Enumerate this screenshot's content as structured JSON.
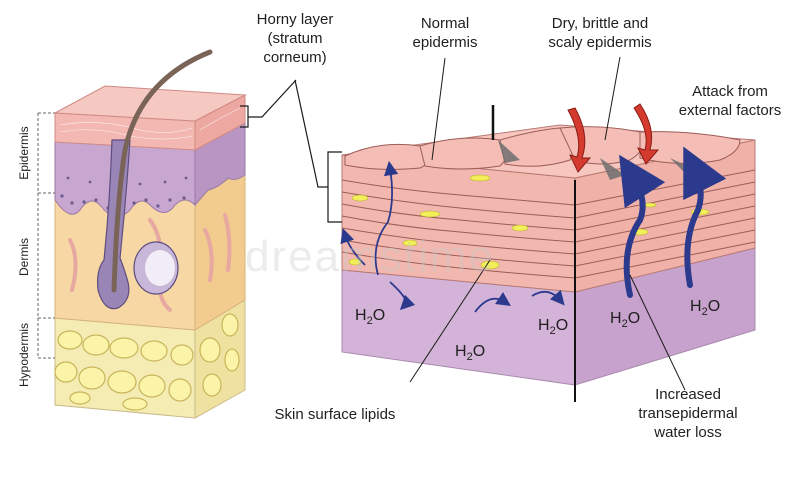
{
  "labels": {
    "horny_layer": "Horny layer\n(stratum\ncorneum)",
    "normal_epidermis": "Normal\nepidermis",
    "dry_epidermis": "Dry, brittle and\nscaly epidermis",
    "attack": "Attack from\nexternal factors",
    "skin_lipids": "Skin surface lipids",
    "water_loss": "Increased\ntransepidermal\nwater loss"
  },
  "side_labels": {
    "epidermis": "Epidermis",
    "dermis": "Dermis",
    "hypodermis": "Hypodermis"
  },
  "water": {
    "symbol": "H",
    "subscript": "2",
    "suffix": "O"
  },
  "watermark": "dreamstime",
  "colors": {
    "horny": "#f3b8b2",
    "epidermis_purple": "#c7a6cf",
    "dermis": "#f7d7a3",
    "hypodermis": "#f5ecb4",
    "fat_cells": "#fbf3a8",
    "hair": "#7a6458",
    "cells": "#f6c3bb",
    "lipid": "#f2ef5a",
    "base": "#d4b3d8",
    "arrow_blue": "#2b3a8c",
    "arrow_red": "#d43a2e"
  }
}
